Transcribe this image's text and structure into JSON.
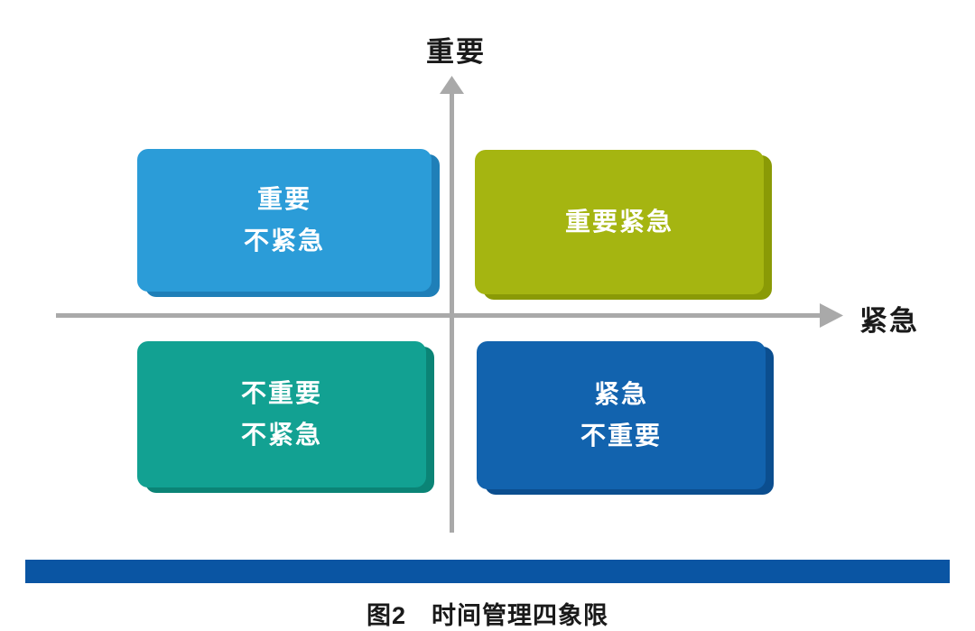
{
  "diagram": {
    "y_axis_label": "重要",
    "x_axis_label": "紧急",
    "axis_color": "#a9a9a9",
    "quadrants": [
      {
        "id": "important-not-urgent",
        "line1": "重要",
        "line2": "不紧急",
        "color": "#2B9CD8",
        "shadow": "#1F7FB8"
      },
      {
        "id": "important-urgent",
        "line1": "重要紧急",
        "color": "#A5B511",
        "shadow": "#8A9A06"
      },
      {
        "id": "not-important-not-urgent",
        "line1": "不重要",
        "line2": "不紧急",
        "color": "#12A192",
        "shadow": "#0B8476"
      },
      {
        "id": "urgent-not-important",
        "line1": "紧急",
        "line2": "不重要",
        "color": "#1263AE",
        "shadow": "#0B4E8F"
      }
    ],
    "footer_bar_color": "#0A55A3",
    "caption": "图2　时间管理四象限"
  }
}
